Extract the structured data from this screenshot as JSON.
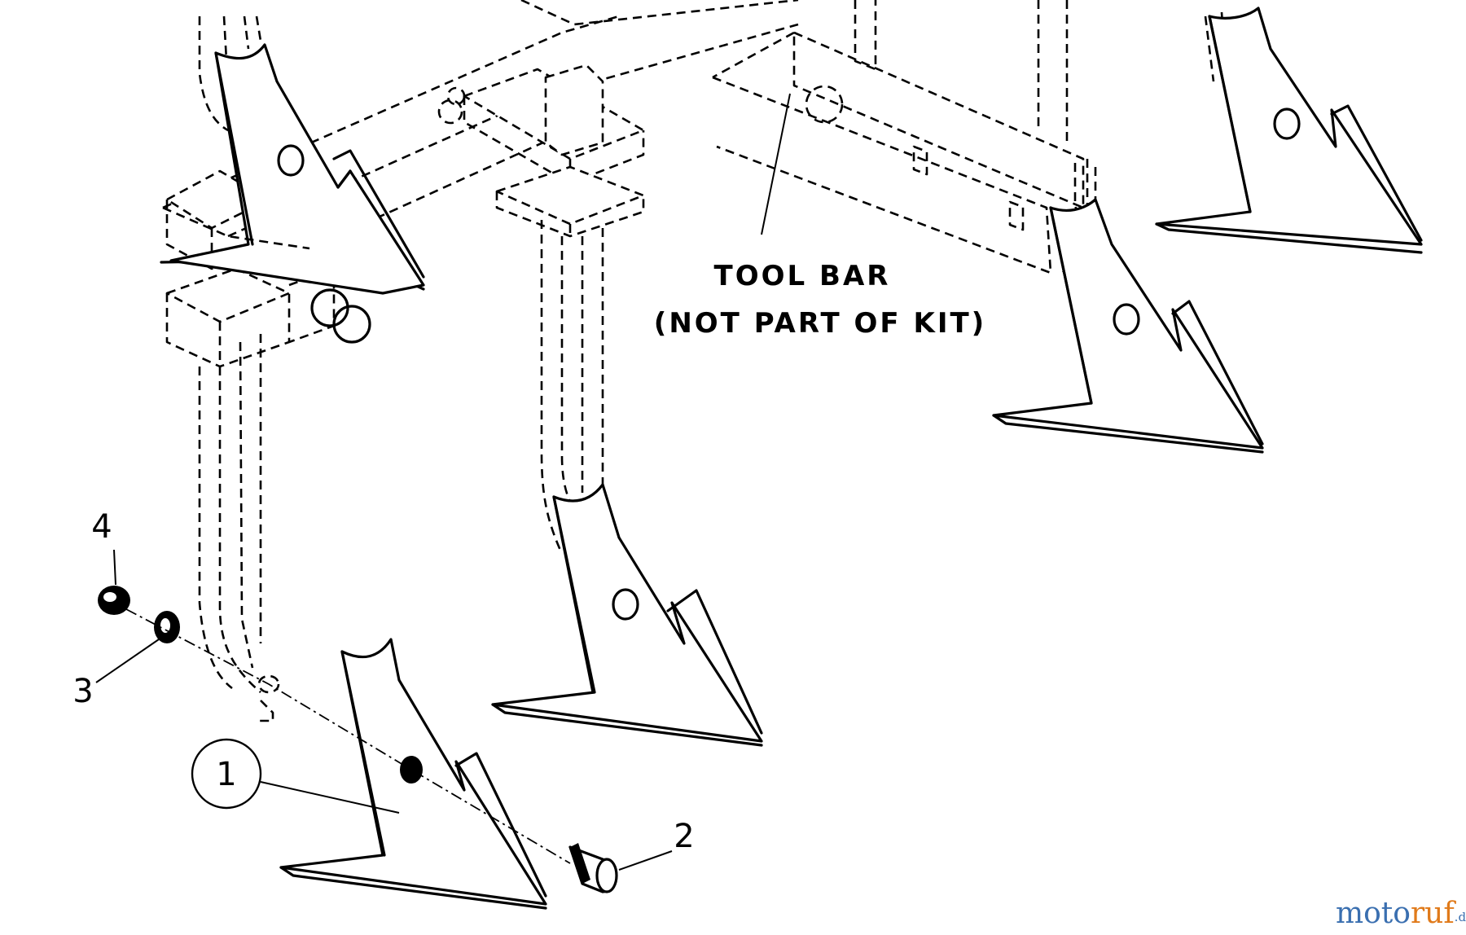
{
  "callout_note": {
    "line1": "TOOL BAR",
    "line2": "(NOT PART OF KIT)"
  },
  "parts": [
    {
      "number": "1",
      "circled": true
    },
    {
      "number": "2",
      "circled": false
    },
    {
      "number": "3",
      "circled": false
    },
    {
      "number": "4",
      "circled": false
    }
  ],
  "watermark": {
    "part_a": "moto",
    "part_b": "ruf",
    "suffix": ".de"
  },
  "colors": {
    "line": "#000000",
    "background": "#ffffff",
    "watermark_blue": "#3a6fb0",
    "watermark_orange": "#e07a1a"
  }
}
